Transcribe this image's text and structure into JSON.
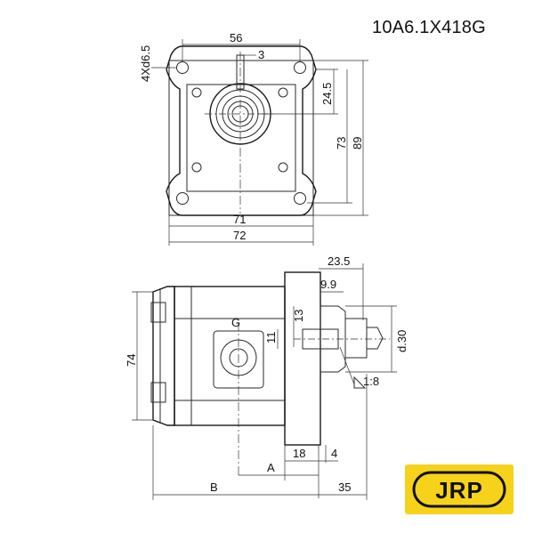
{
  "part_number": "10A6.1X418G",
  "logo_text": "JRP",
  "colors": {
    "logo_background": "#f6d21b",
    "logo_ink": "#111111",
    "line": "#2a2a2a"
  },
  "top_view": {
    "dim_width_top": "56",
    "dim_hole_spacing_slot": "3",
    "dim_holes": "4Xd6.5",
    "dim_shaft_offset": "24.5",
    "dim_height_inner": "73",
    "dim_height_outer": "89",
    "dim_width_inner": "71",
    "dim_width_outer": "72"
  },
  "side_view": {
    "dim_shaft_length": "23.5",
    "dim_key_length": "9.9",
    "dim_key_width": "13",
    "dim_key_height": "11",
    "dim_port": "G",
    "dim_shaft_diameter": "d.30",
    "dim_taper": "1:8",
    "dim_height": "74",
    "dim_flange_thickness": "18",
    "dim_flange_step": "4",
    "dim_a": "A",
    "dim_b": "B",
    "dim_shaft_projection": "35"
  }
}
